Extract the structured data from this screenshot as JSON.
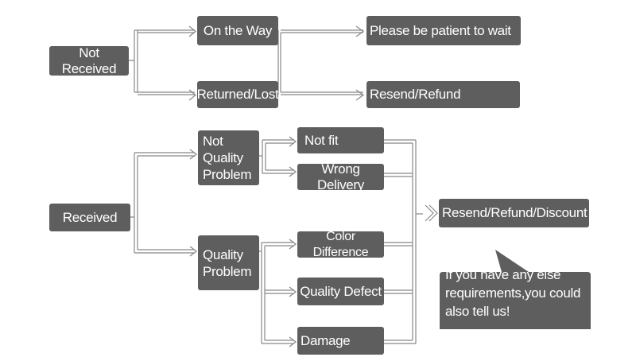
{
  "colors": {
    "box": "#5e5e5e",
    "connector": "#888888",
    "text": "#ffffff"
  },
  "not_received": {
    "label": "Not Received",
    "on_the_way": "On the Way",
    "returned_lost": "Returned/Lost",
    "wait": "Please be patient to wait",
    "resend_refund": "Resend/Refund"
  },
  "received": {
    "label": "Received",
    "not_quality_problem": "Not\nQuality\nProblem",
    "quality_problem": "Quality\nProblem",
    "not_fit": "Not fit",
    "wrong_delivery": "Wrong Delivery",
    "color_difference": "Color Difference",
    "quality_defect": "Quality Defect",
    "damage": "Damage",
    "outcome": "Resend/Refund/Discount"
  },
  "note": {
    "text": "If you have any else\nrequirements,you could\nalso tell us!"
  }
}
